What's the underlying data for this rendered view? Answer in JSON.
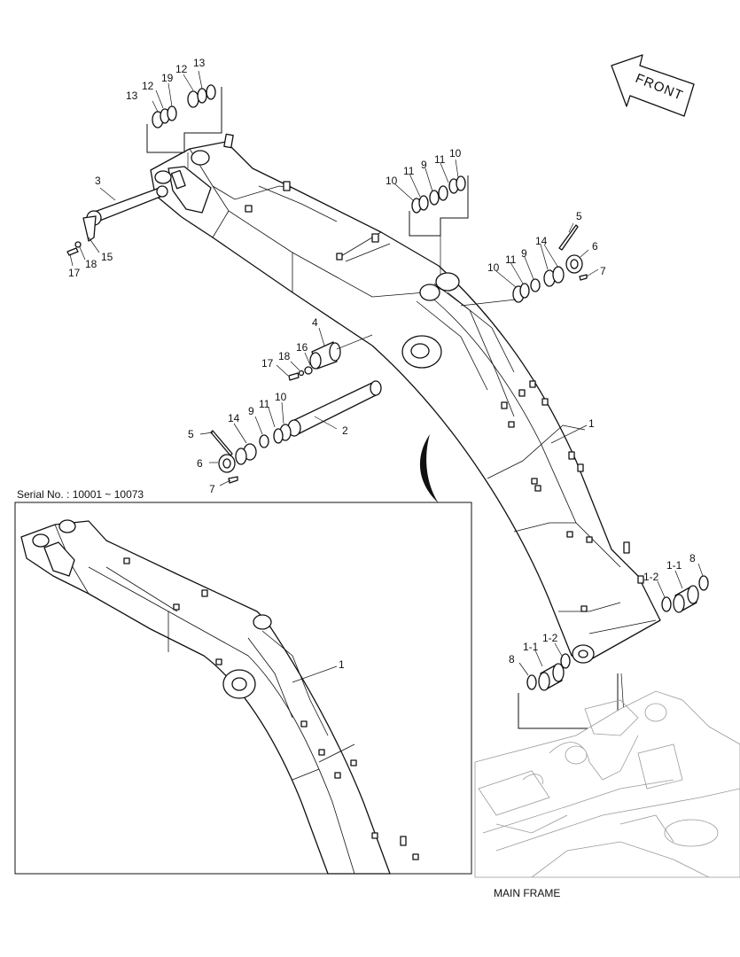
{
  "front_arrow": {
    "label": "FRONT"
  },
  "inset": {
    "label": "Serial No. : 10001 ~ 10073",
    "callout": "1"
  },
  "main_frame": {
    "label": "MAIN FRAME"
  },
  "callouts": {
    "c13a": "13",
    "c12a": "12",
    "c19": "19",
    "c12b": "12",
    "c13b": "13",
    "c3": "3",
    "c15a": "15",
    "c18a": "18",
    "c17a": "17",
    "c10a": "10",
    "c11a": "11",
    "c9a": "9",
    "c11b": "11",
    "c10b": "10",
    "c5a": "5",
    "c14a": "14",
    "c6a": "6",
    "c7a": "7",
    "c9b": "9",
    "c11c": "11",
    "c10c": "10",
    "c4": "4",
    "c16": "16",
    "c18b": "18",
    "c17b": "17",
    "c11d": "11",
    "c10d": "10",
    "c9c": "9",
    "c14b": "14",
    "c5b": "5",
    "c6b": "6",
    "c7b": "7",
    "c2": "2",
    "c1": "1",
    "c8a": "8",
    "c1_1a": "1-1",
    "c1_2a": "1-2",
    "c8b": "8",
    "c1_1b": "1-1",
    "c1_2b": "1-2"
  }
}
